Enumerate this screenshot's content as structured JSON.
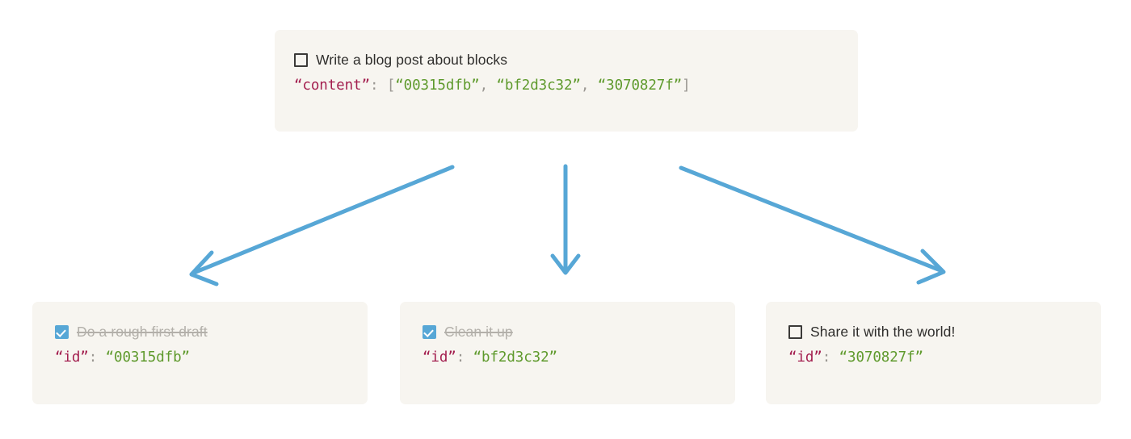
{
  "diagram": {
    "type": "block-reference-tree",
    "accent_arrow_color": "#57a7d6",
    "card_background": "#f7f5f0",
    "key_color": "#a31f4f",
    "string_color": "#5f9a2d",
    "punct_color": "#9a9792",
    "done_text_color": "#b3b0aa"
  },
  "root_block": {
    "checkbox_state": "unchecked",
    "checkbox_icon": "checkbox-empty-icon",
    "label": "Write a blog post about blocks",
    "json": {
      "key": "“content”",
      "colon": ":",
      "open_bracket": "[",
      "close_bracket": "]",
      "comma": ",",
      "values": [
        "“00315dfb”",
        "“bf2d3c32”",
        "“3070827f”"
      ]
    }
  },
  "child_blocks": [
    {
      "checkbox_state": "checked",
      "checkbox_icon": "checkbox-checked-icon",
      "label": "Do a rough first draft",
      "completed": true,
      "json": {
        "key": "“id”",
        "colon": ":",
        "value": "“00315dfb”"
      }
    },
    {
      "checkbox_state": "checked",
      "checkbox_icon": "checkbox-checked-icon",
      "label": "Clean it up",
      "completed": true,
      "json": {
        "key": "“id”",
        "colon": ":",
        "value": "“bf2d3c32”"
      }
    },
    {
      "checkbox_state": "unchecked",
      "checkbox_icon": "checkbox-empty-icon",
      "label": "Share it with the world!",
      "completed": false,
      "json": {
        "key": "“id”",
        "colon": ":",
        "value": "“3070827f”"
      }
    }
  ],
  "arrows": [
    {
      "name": "arrow-to-first-child",
      "direction": "down-left"
    },
    {
      "name": "arrow-to-second-child",
      "direction": "down"
    },
    {
      "name": "arrow-to-third-child",
      "direction": "down-right"
    }
  ]
}
